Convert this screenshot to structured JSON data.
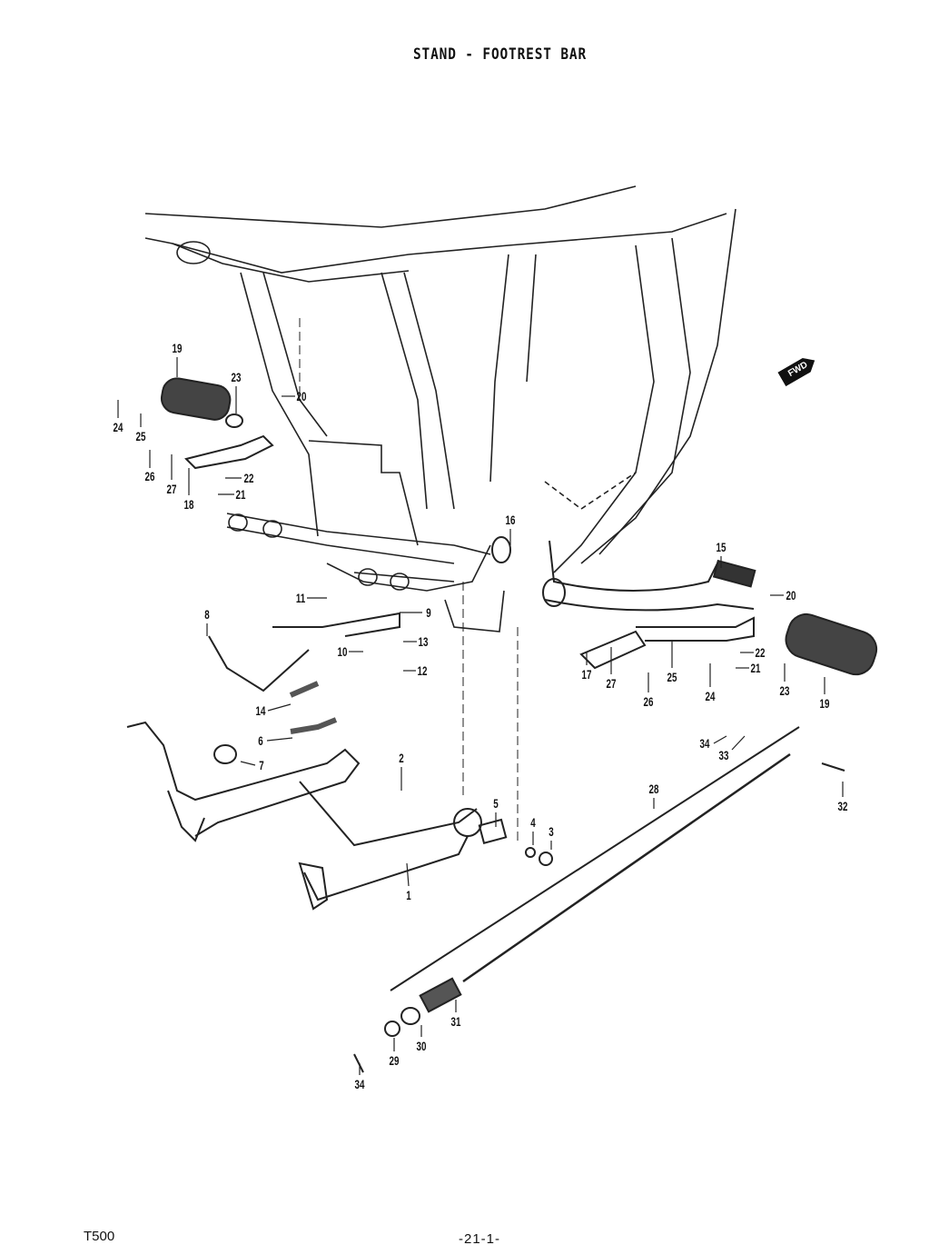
{
  "title": "STAND - FOOTREST BAR",
  "fwd_badge": "FWD",
  "footer": {
    "model": "T500",
    "page_number": "-21-1-"
  },
  "part_labels": [
    "19",
    "23",
    "20",
    "24",
    "25",
    "26",
    "27",
    "18",
    "22",
    "21",
    "16",
    "15",
    "20",
    "11",
    "9",
    "8",
    "13",
    "10",
    "12",
    "17",
    "27",
    "25",
    "26",
    "24",
    "22",
    "21",
    "23",
    "19",
    "14",
    "6",
    "7",
    "34",
    "33",
    "32",
    "28",
    "2",
    "5",
    "4",
    "3",
    "1",
    "31",
    "30",
    "29",
    "34"
  ]
}
